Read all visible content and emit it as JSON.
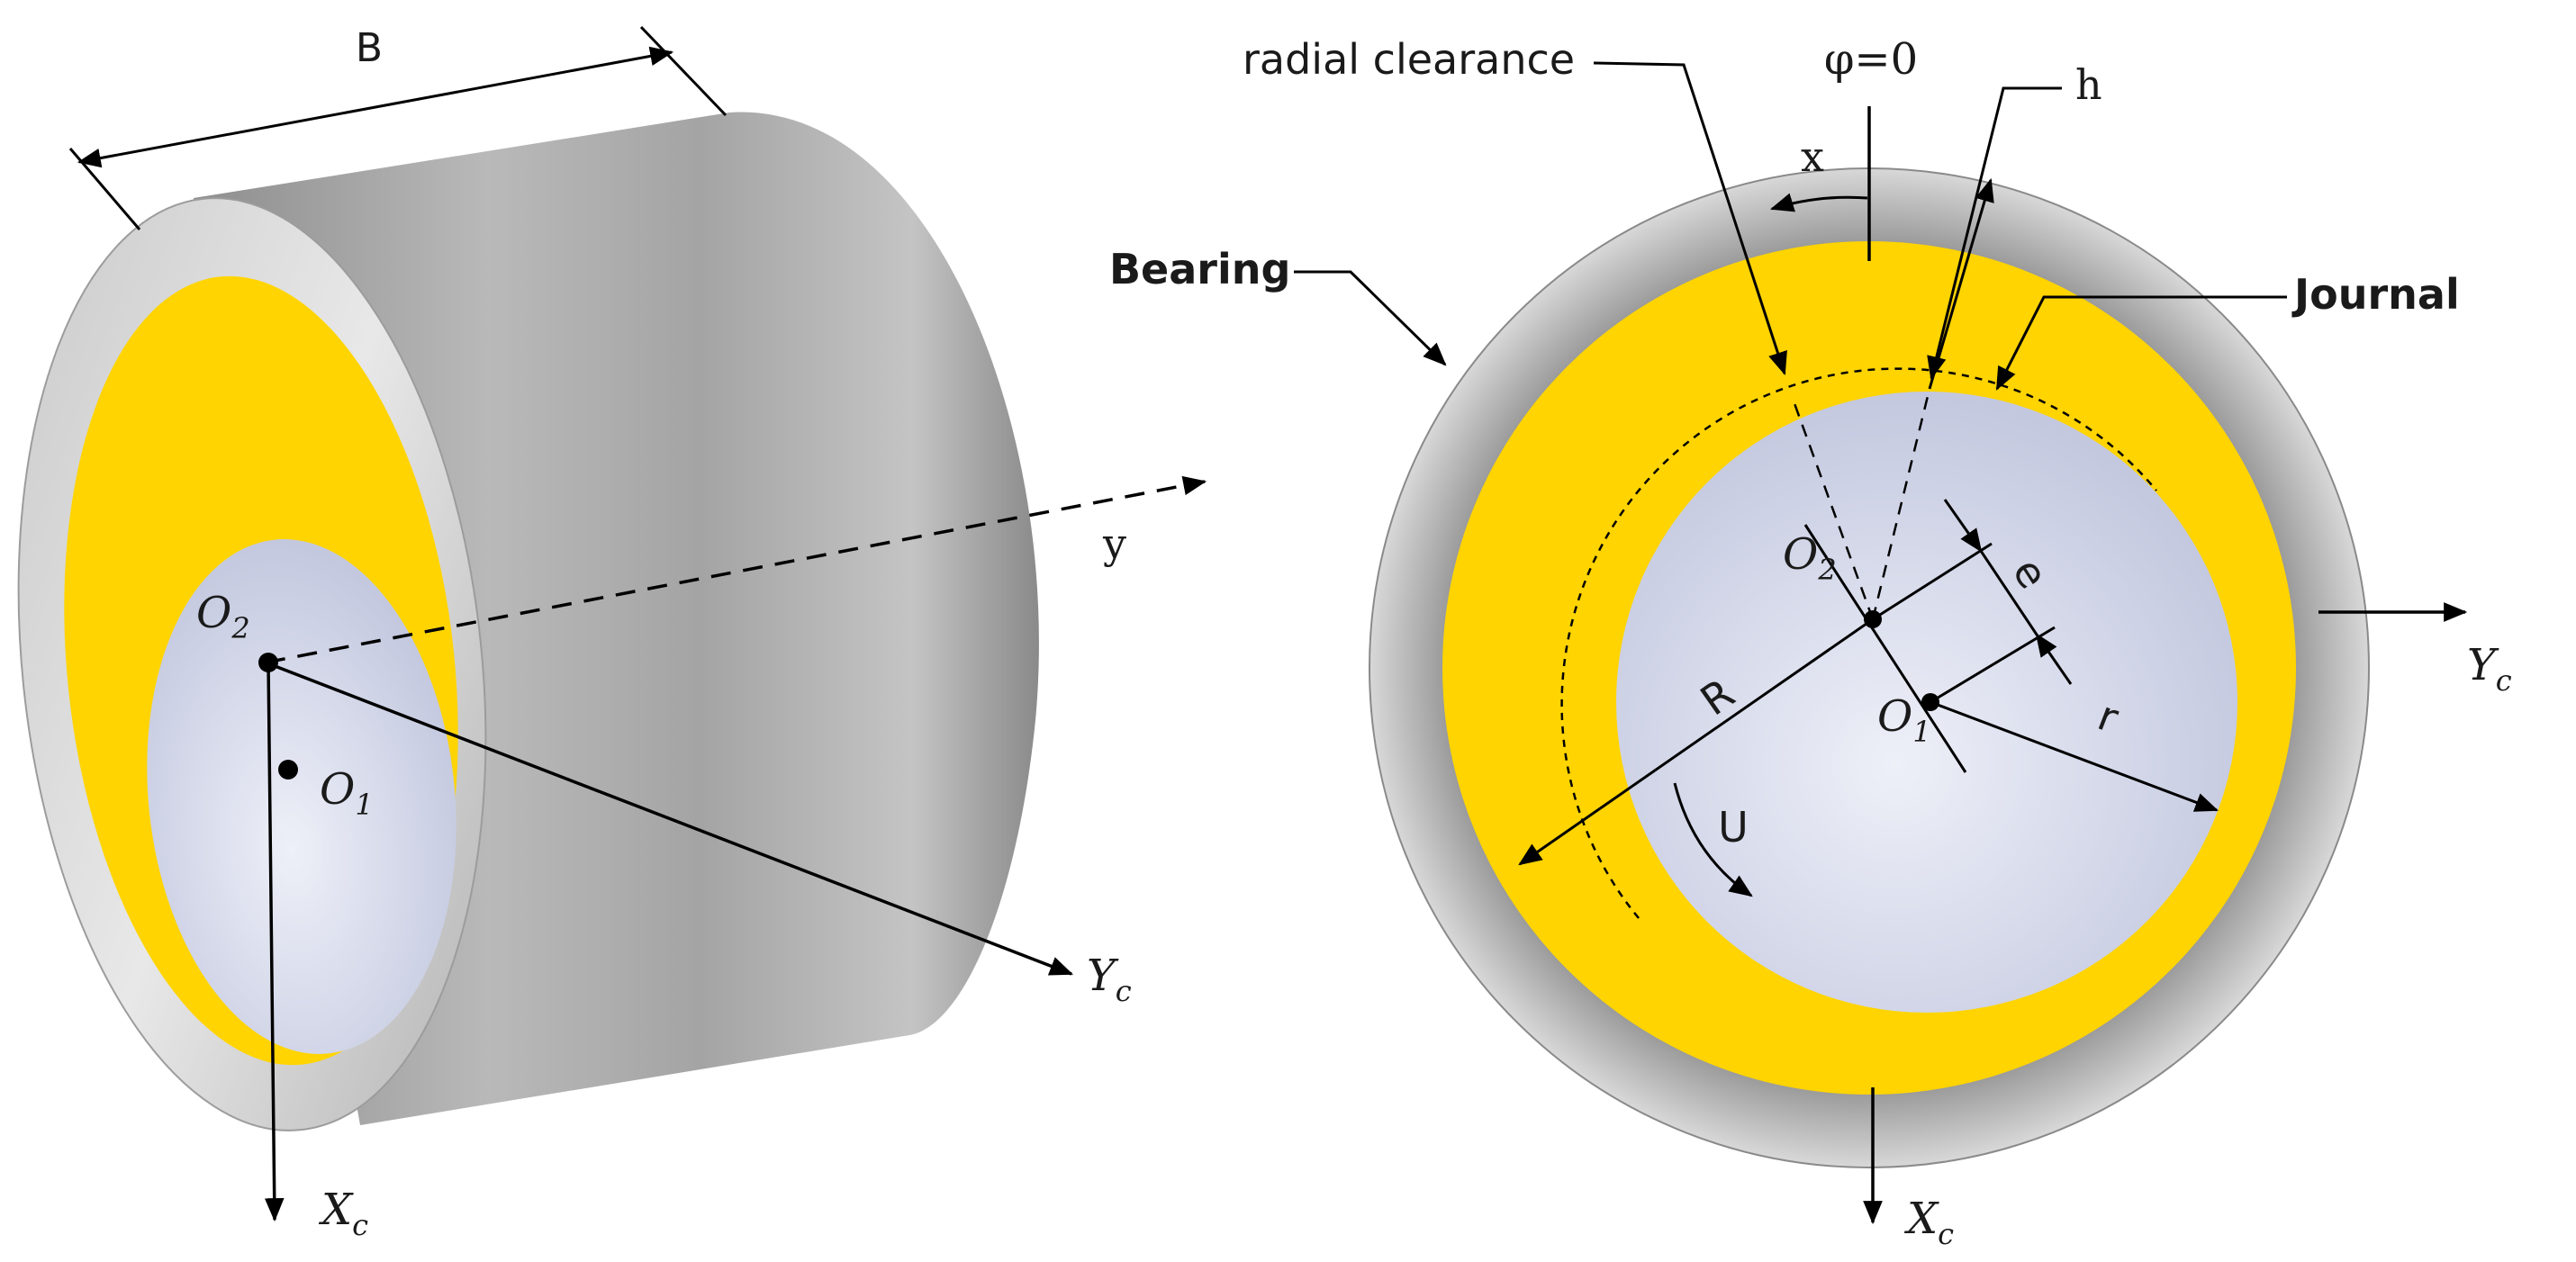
{
  "left_view": {
    "label_B": "B",
    "label_y": "y",
    "label_O2": "O",
    "label_O2_sub": "2",
    "label_O1": "O",
    "label_O1_sub": "1",
    "label_Yc": "Y",
    "label_Yc_sub": "c",
    "label_Xc": "X",
    "label_Xc_sub": "c"
  },
  "right_view": {
    "radial_clearance": "radial clearance",
    "phi0": "φ=0",
    "label_h": "h",
    "label_x": "x",
    "bearing": "Bearing",
    "journal": "Journal",
    "label_O2": "O",
    "label_O2_sub": "2",
    "label_O1": "O",
    "label_O1_sub": "1",
    "label_e": "e",
    "label_r": "r",
    "label_R": "R",
    "label_U": "U",
    "label_Yc": "Y",
    "label_Yc_sub": "c",
    "label_Xc": "X",
    "label_Xc_sub": "c"
  },
  "colors": {
    "oil_film": "#FFD400",
    "steel": "#a9a9a9",
    "journal": "#ccd2e6",
    "line": "#000000"
  }
}
